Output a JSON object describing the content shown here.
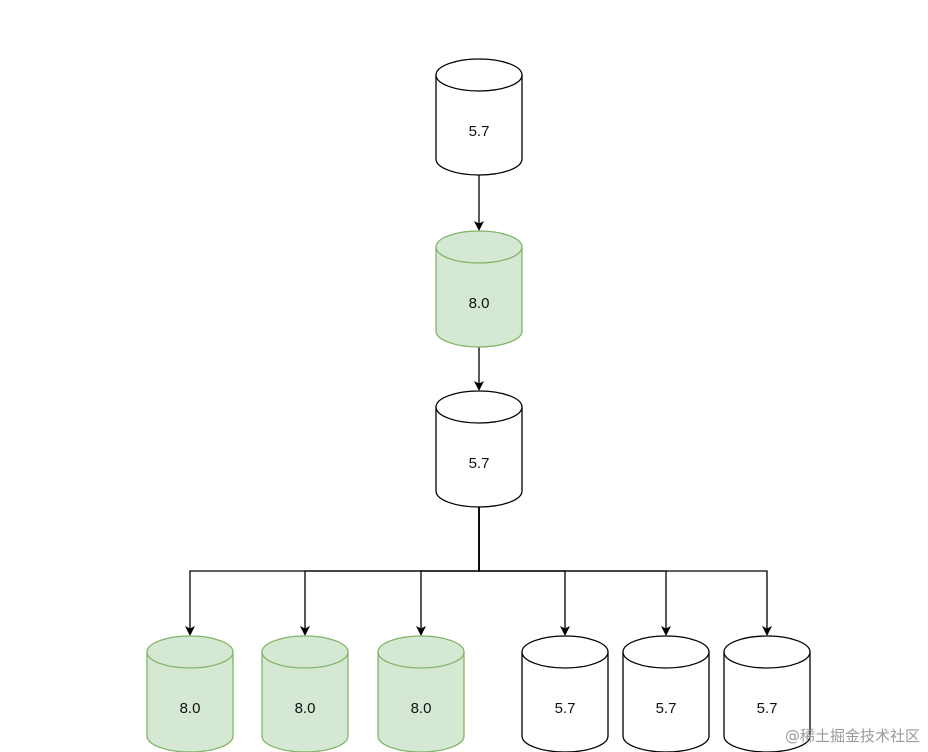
{
  "colors": {
    "old_fill": "#ffffff",
    "old_stroke": "#000000",
    "new_fill": "#d5e8d4",
    "new_stroke": "#82b366",
    "edge": "#000000"
  },
  "nodes": [
    {
      "id": "n1",
      "label": "5.7",
      "version": "old"
    },
    {
      "id": "n2",
      "label": "8.0",
      "version": "new"
    },
    {
      "id": "n3",
      "label": "5.7",
      "version": "old"
    },
    {
      "id": "c1",
      "label": "8.0",
      "version": "new"
    },
    {
      "id": "c2",
      "label": "8.0",
      "version": "new"
    },
    {
      "id": "c3",
      "label": "8.0",
      "version": "new"
    },
    {
      "id": "c4",
      "label": "5.7",
      "version": "old"
    },
    {
      "id": "c5",
      "label": "5.7",
      "version": "old"
    },
    {
      "id": "c6",
      "label": "5.7",
      "version": "old"
    }
  ],
  "edges": [
    {
      "from": "n1",
      "to": "n2"
    },
    {
      "from": "n2",
      "to": "n3"
    },
    {
      "from": "n3",
      "to": "c1"
    },
    {
      "from": "n3",
      "to": "c2"
    },
    {
      "from": "n3",
      "to": "c3"
    },
    {
      "from": "n3",
      "to": "c4"
    },
    {
      "from": "n3",
      "to": "c5"
    },
    {
      "from": "n3",
      "to": "c6"
    }
  ],
  "watermark": "@稀土掘金技术社区"
}
